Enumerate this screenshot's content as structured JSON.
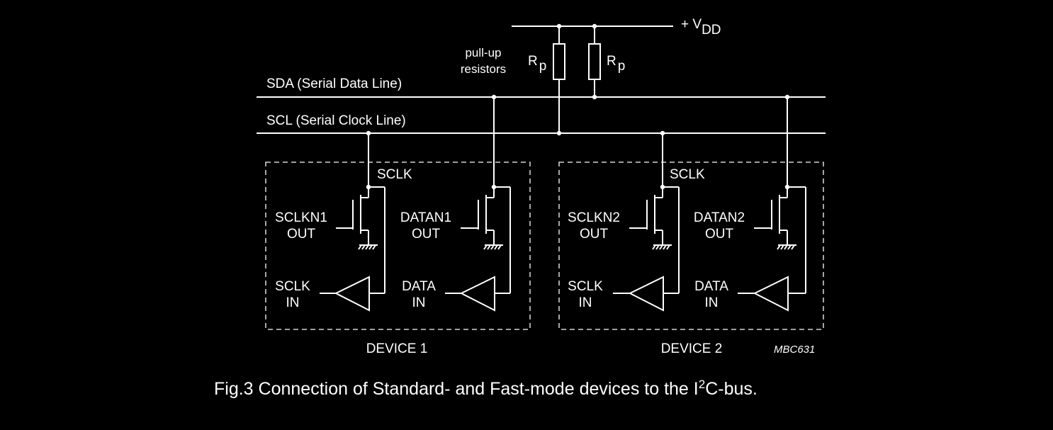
{
  "supply": {
    "label": "+ V",
    "sub": "DD"
  },
  "pullup": {
    "line1": "pull-up",
    "line2": "resistors",
    "resistor_label": "R",
    "resistor_sub": "p"
  },
  "bus": {
    "sda": "SDA (Serial Data Line)",
    "scl": "SCL (Serial Clock Line)"
  },
  "devices": [
    {
      "name": "DEVICE 1",
      "clk_node": "SCLK",
      "out_clk": [
        "SCLKN1",
        "OUT"
      ],
      "out_data": [
        "DATAN1",
        "OUT"
      ],
      "in_clk": [
        "SCLK",
        "IN"
      ],
      "in_data": [
        "DATA",
        "IN"
      ]
    },
    {
      "name": "DEVICE 2",
      "clk_node": "SCLK",
      "out_clk": [
        "SCLKN2",
        "OUT"
      ],
      "out_data": [
        "DATAN2",
        "OUT"
      ],
      "in_clk": [
        "SCLK",
        "IN"
      ],
      "in_data": [
        "DATA",
        "IN"
      ]
    }
  ],
  "code": "MBC631",
  "caption": {
    "before": "Fig.3  Connection of Standard- and Fast-mode devices to the I",
    "sup": "2",
    "after": "C-bus."
  },
  "colors": {
    "background": "#000000",
    "foreground": "#ffffff"
  }
}
